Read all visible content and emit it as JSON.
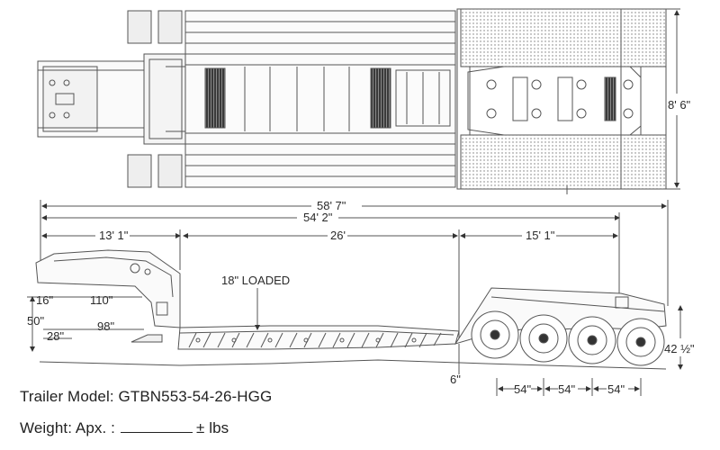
{
  "dimensions": {
    "width_8_6": "8' 6\"",
    "overall_58_7": "58' 7\"",
    "length_54_2": "54' 2\"",
    "gooseneck_13_1": "13' 1\"",
    "deck_26": "26'",
    "rear_15_1": "15' 1\"",
    "deck_height_loaded": "18\" LOADED",
    "dim_16": "16\"",
    "dim_110": "110\"",
    "dim_50": "50\"",
    "dim_28": "28\"",
    "dim_98": "98\"",
    "dim_6": "6\"",
    "rear_height_42_5": "42 ½\"",
    "axle_spacing_1": "54\"",
    "axle_spacing_2": "54\"",
    "axle_spacing_3": "54\""
  },
  "info": {
    "model_label": "Trailer Model:",
    "model_value": "GTBN553-54-26-HGG",
    "weight_label": "Weight: Apx. :",
    "weight_unit": "± lbs"
  }
}
